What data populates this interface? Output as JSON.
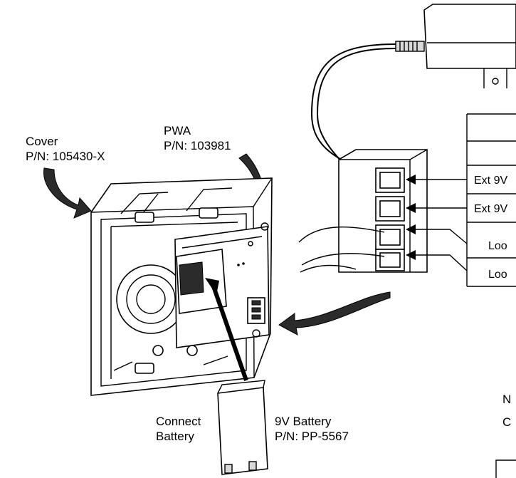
{
  "labels": {
    "cover_name": "Cover",
    "cover_pn": "P/N: 105430-X",
    "pwa_name": "PWA",
    "pwa_pn": "P/N: 103981",
    "connect_line1": "Connect",
    "connect_line2": "Battery",
    "battery_name": "9V Battery",
    "battery_pn": "P/N: PP-5567"
  },
  "terminal_table": {
    "rows": [
      "Ext 9V",
      "Ext 9V",
      "Loo",
      "Loo"
    ]
  },
  "note": {
    "line1": "N",
    "line2": "C"
  }
}
